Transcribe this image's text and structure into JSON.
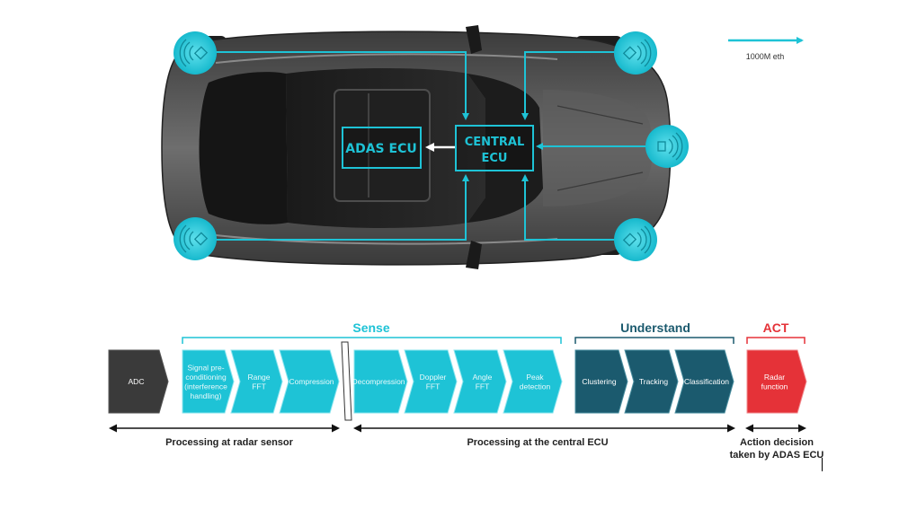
{
  "legend": {
    "label": "1000M eth",
    "color": "#1ec3d6"
  },
  "car": {
    "adas_ecu": {
      "label": "ADAS ECU"
    },
    "central_ecu": {
      "line1": "CENTRAL",
      "line2": "ECU"
    },
    "sensor_icon": "radar-sensor-icon"
  },
  "colors": {
    "link": "#1ec3d6",
    "sense": "#1ec3d6",
    "understand": "#1b5a6e",
    "act": "#e53238",
    "adc": "#3a3a3a"
  },
  "pipeline": {
    "groups": [
      {
        "label": "Sense",
        "color": "#1ec3d6"
      },
      {
        "label": "Understand",
        "color": "#1b5a6e"
      },
      {
        "label": "ACT",
        "color": "#e53238"
      }
    ],
    "steps": [
      {
        "id": "adc",
        "lines": [
          "ADC"
        ]
      },
      {
        "id": "preconditioning",
        "lines": [
          "Signal pre-",
          "conditioning",
          "(interference",
          "handling)"
        ]
      },
      {
        "id": "range-fft",
        "lines": [
          "Range",
          "FFT"
        ]
      },
      {
        "id": "compression",
        "lines": [
          "Compression"
        ]
      },
      {
        "id": "decompression",
        "lines": [
          "Decompression"
        ]
      },
      {
        "id": "doppler-fft",
        "lines": [
          "Doppler",
          "FFT"
        ]
      },
      {
        "id": "angle-fft",
        "lines": [
          "Angle",
          "FFT"
        ]
      },
      {
        "id": "peak-detection",
        "lines": [
          "Peak",
          "detection"
        ]
      },
      {
        "id": "clustering",
        "lines": [
          "Clustering"
        ]
      },
      {
        "id": "tracking",
        "lines": [
          "Tracking"
        ]
      },
      {
        "id": "classification",
        "lines": [
          "Classification"
        ]
      },
      {
        "id": "radar-function",
        "lines": [
          "Radar",
          "function"
        ]
      }
    ],
    "ranges": [
      {
        "lines": [
          "Processing at radar sensor"
        ]
      },
      {
        "lines": [
          "Processing at the central ECU"
        ]
      },
      {
        "lines": [
          "Action decision",
          "taken by ADAS ECU"
        ]
      }
    ]
  }
}
